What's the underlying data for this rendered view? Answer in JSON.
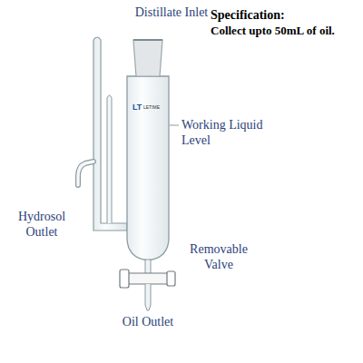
{
  "diagram": {
    "labels": [
      "Specification:",
      "Collect upto 50mL of oil.",
      "Distillate Inlet",
      "LT",
      "LETIME",
      "Working Liquid Level",
      "Hydrosol Outlet",
      "Removable Valve",
      "Oil Outlet"
    ]
  }
}
